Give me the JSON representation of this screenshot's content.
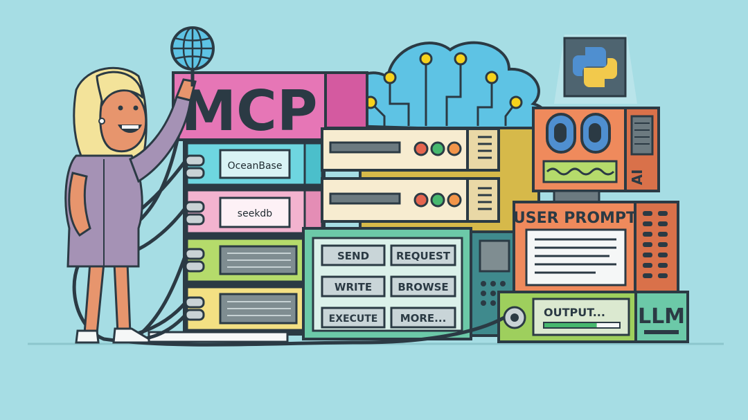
{
  "colors": {
    "background": "#a6dde4",
    "outline": "#2b3a44",
    "mcp_panel": "#e676b6",
    "cloud": "#5ec3e4",
    "led_red": "#e5654f",
    "led_green": "#47b86e",
    "led_orange": "#f2954a",
    "robot": "#ef8a5c",
    "prompt_box": "#ef8a5c",
    "rack_cyan": "#6ed6e0",
    "rack_pink": "#f3b3cf",
    "rack_green": "#b5db6b",
    "rack_yellow": "#f3e083",
    "console": "#6cc9a8",
    "output_box": "#9ecf5d"
  },
  "banner": {
    "label": "MCP"
  },
  "rack": {
    "top_module": "OceanBase",
    "second_module": "seekdb"
  },
  "console": {
    "buttons": [
      "SEND",
      "REQUEST",
      "WRITE",
      "BROWSE",
      "EXECUTE",
      "MORE..."
    ]
  },
  "robot": {
    "side_label": "AI"
  },
  "prompt": {
    "title": "USER PROMPT"
  },
  "output": {
    "label": "OUTPUT...",
    "progress": 0.7
  },
  "llm": {
    "label": "LLM"
  },
  "icons": {
    "microphone": "globe-microphone-icon",
    "cloud": "circuit-cloud-icon",
    "language": "python-logo-icon"
  }
}
